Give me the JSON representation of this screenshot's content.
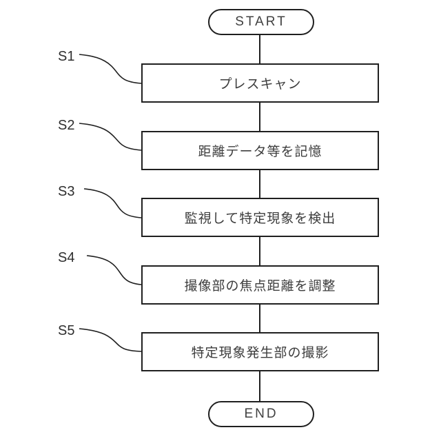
{
  "diagram": {
    "type": "flowchart",
    "terminals": {
      "start_label": "START",
      "end_label": "END"
    },
    "steps": [
      {
        "id": "S1",
        "label": "プレスキャン"
      },
      {
        "id": "S2",
        "label": "距離データ等を記憶"
      },
      {
        "id": "S3",
        "label": "監視して特定現象を検出"
      },
      {
        "id": "S4",
        "label": "撮像部の焦点距離を調整"
      },
      {
        "id": "S5",
        "label": "特定現象発生部の撮影"
      }
    ],
    "colors": {
      "line": "#1f1f1f",
      "text": "#3d3d3d",
      "background": "#ffffff"
    }
  }
}
